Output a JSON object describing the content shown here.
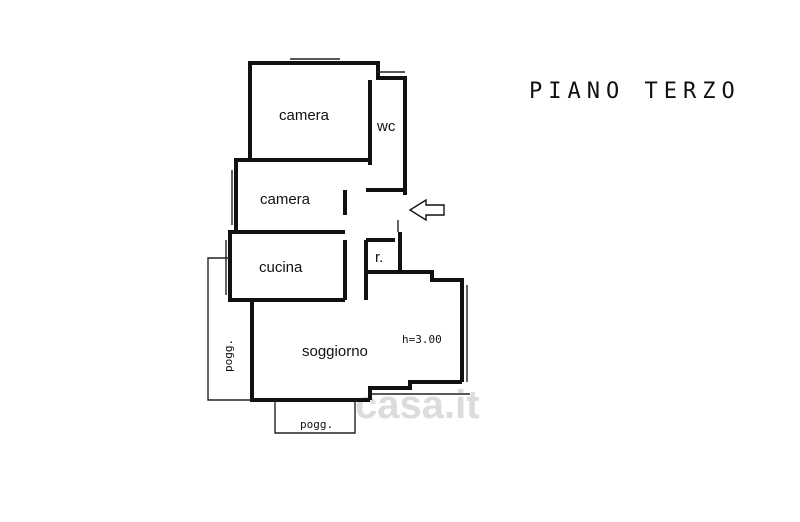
{
  "title": "PIANO TERZO",
  "rooms": {
    "camera_top": "camera",
    "wc": "wc",
    "camera_mid": "camera",
    "cucina": "cucina",
    "ripostiglio": "r.",
    "soggiorno": "soggiorno"
  },
  "ceiling_height": "h=3.00",
  "balconies": {
    "left": "pogg.",
    "bottom": "pogg."
  },
  "watermark": "casa.it",
  "icons": {
    "entrance": "entrance-arrow-icon"
  }
}
